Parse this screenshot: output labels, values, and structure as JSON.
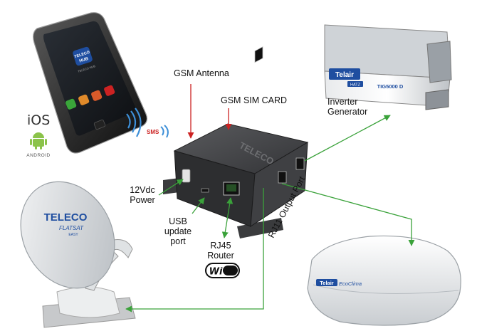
{
  "labels": {
    "gsm_antenna": "GSM Antenna",
    "gsm_sim_card": "GSM SIM CARD",
    "inverter_generator_line1": "Inverter",
    "inverter_generator_line2": "Generator",
    "power_line1": "12Vdc",
    "power_line2": "Power",
    "usb_line1": "USB",
    "usb_line2": "update",
    "usb_line3": "port",
    "rj45_line1": "RJ45",
    "rj45_line2": "Router",
    "rj11_output_port": "RJ11 Output Port"
  },
  "phone": {
    "app_logo_top": "TELECO",
    "app_logo_bottom": "HUB",
    "app_caption": "TELECO HUB",
    "sms": "SMS"
  },
  "os_logos": {
    "ios": "iOS",
    "android": "ANDROID"
  },
  "wifi_logo": {
    "text": "Wi Fi"
  },
  "hub": {
    "brand": "TELECO"
  },
  "dish": {
    "brand": "TELECO",
    "model": "FLATSAT",
    "sub": "EASY"
  },
  "generator": {
    "brand": "Telair",
    "badge": "HATZ",
    "model": "TIG5000 D"
  },
  "aircon": {
    "brand": "Telair",
    "model": "EcoClima"
  },
  "colors": {
    "arrow_green": "#3aa23a",
    "arrow_red": "#cc2222",
    "hub_body": "#3c3d3f"
  }
}
